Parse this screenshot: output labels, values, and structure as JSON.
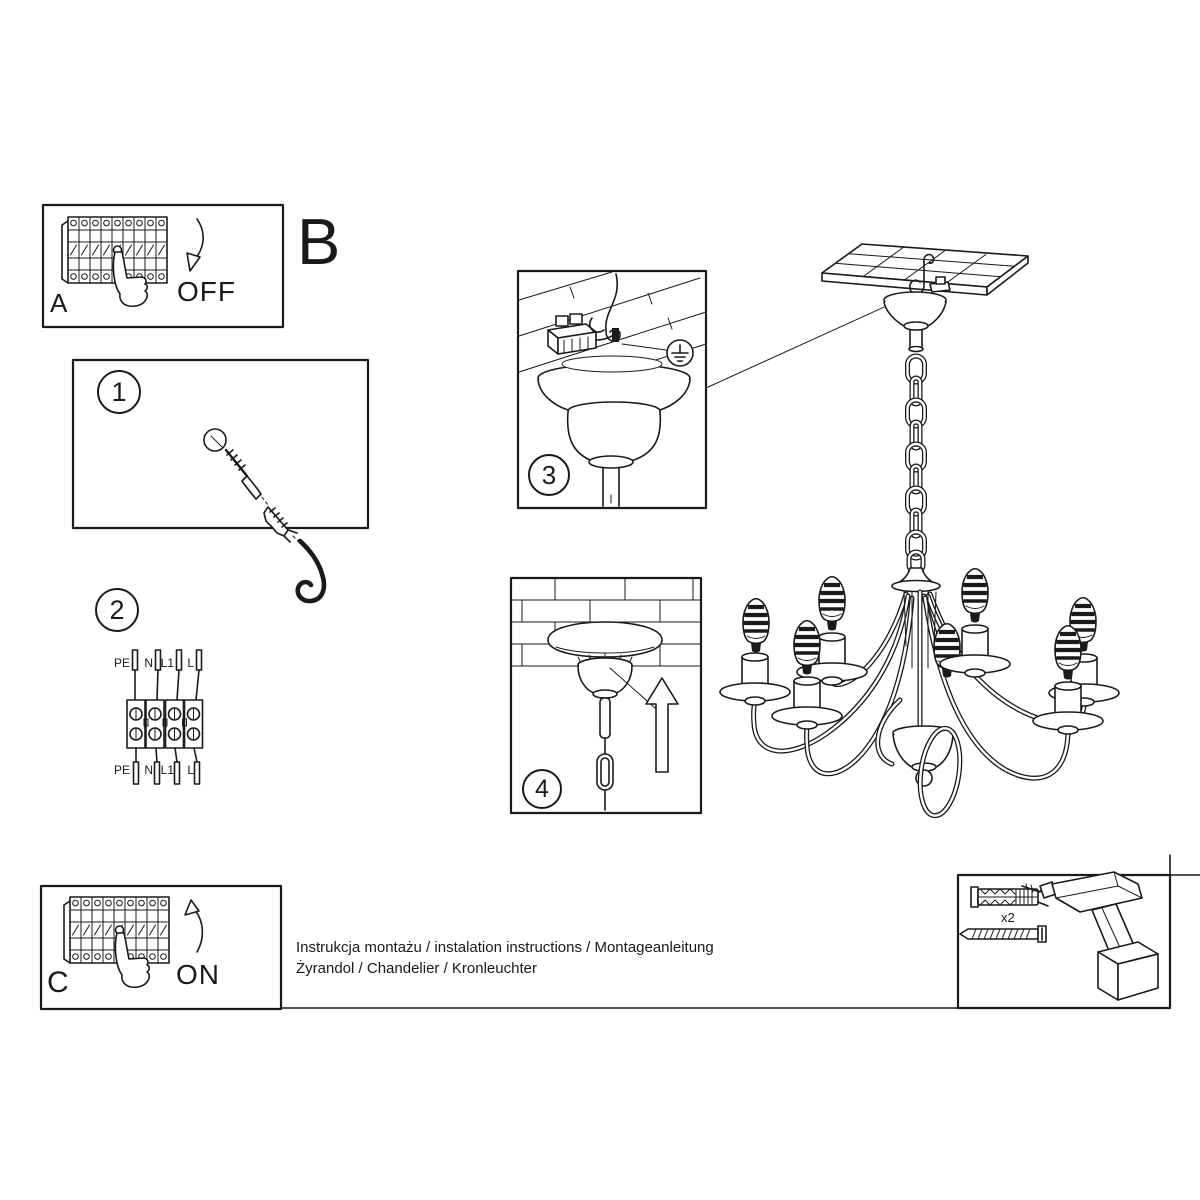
{
  "footer": {
    "line1": "Instrukcja montażu / instalation instructions / Montageanleitung",
    "line2": "Żyrandol / Chandelier / Kronleuchter"
  },
  "panels": {
    "a": {
      "label": "A",
      "action": "OFF"
    },
    "b": {
      "label": "B"
    },
    "c": {
      "label": "C",
      "action": "ON"
    }
  },
  "steps": {
    "s1": "1",
    "s2": "2",
    "s3": "3",
    "s4": "4"
  },
  "wiring": {
    "top": [
      "PE",
      "N",
      "L1",
      "L"
    ],
    "bottom": [
      "PE",
      "N",
      "L1",
      "L"
    ]
  },
  "parts": {
    "anchor_qty": "x2"
  },
  "colors": {
    "line": "#1a1a1a",
    "paper": "#ffffff"
  }
}
